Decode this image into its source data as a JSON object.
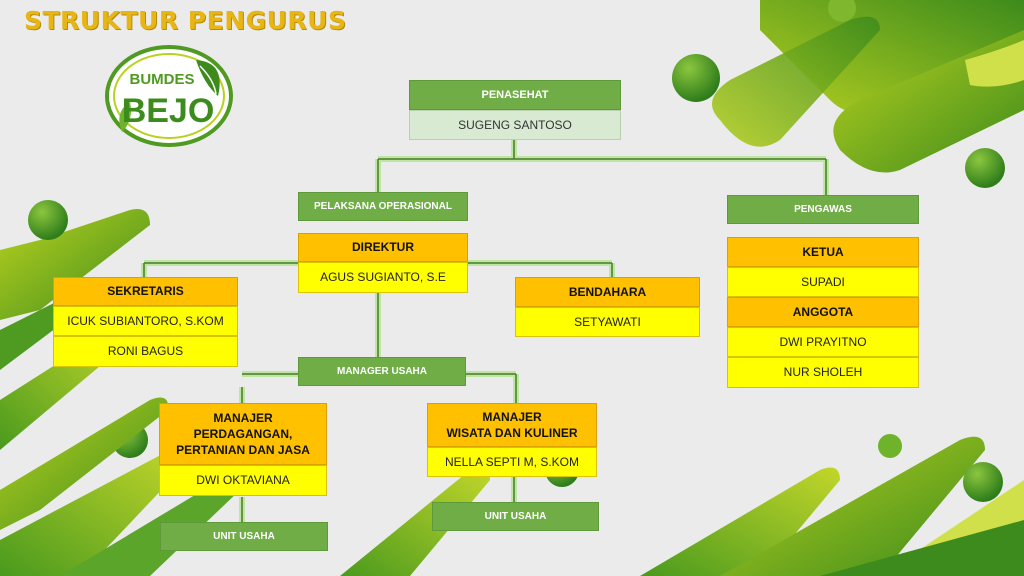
{
  "title": "STRUKTUR PENGURUS",
  "logo": {
    "top_text": "BUMDES",
    "main_text": "BEJO"
  },
  "penasehat": {
    "label": "PENASEHAT",
    "name": "SUGENG SANTOSO"
  },
  "pelaksana": {
    "label": "PELAKSANA OPERASIONAL"
  },
  "direktur": {
    "label": "DIREKTUR",
    "name": "AGUS SUGIANTO, S.E"
  },
  "sekretaris": {
    "label": "SEKRETARIS",
    "names": [
      "ICUK SUBIANTORO, S.KOM",
      "RONI BAGUS"
    ]
  },
  "bendahara": {
    "label": "BENDAHARA",
    "name": "SETYAWATI"
  },
  "pengawas": {
    "label": "PENGAWAS",
    "ketua_label": "KETUA",
    "ketua_name": "SUPADI",
    "anggota_label": "ANGGOTA",
    "anggota_names": [
      "DWI PRAYITNO",
      "NUR SHOLEH"
    ]
  },
  "manager_usaha": {
    "label": "MANAGER USAHA"
  },
  "manajer_perdagangan": {
    "label_lines": [
      "MANAJER",
      "PERDAGANGAN,",
      "PERTANIAN DAN JASA"
    ],
    "name": "DWI OKTAVIANA",
    "unit": "UNIT USAHA"
  },
  "manajer_wisata": {
    "label_lines": [
      "MANAJER",
      "WISATA DAN KULINER"
    ],
    "name": "NELLA SEPTI M, S.KOM",
    "unit": "UNIT USAHA"
  },
  "colors": {
    "green_dark": "#3f8f1f",
    "green_light": "#a8c81c",
    "header_green": "#70ad47",
    "orange": "#ffc000",
    "yellow": "#ffff00",
    "title_gold": "#e7b514"
  }
}
